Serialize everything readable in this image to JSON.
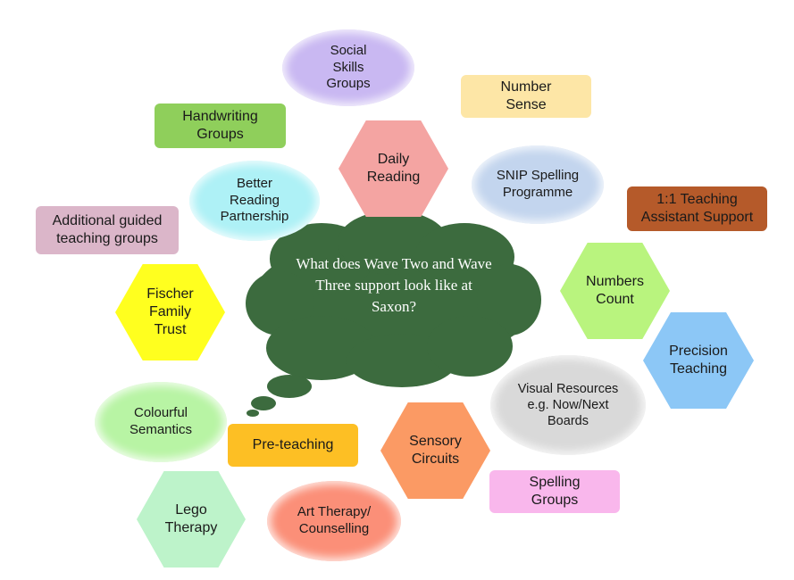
{
  "center": {
    "text": "What does Wave Two and Wave Three support look like at Saxon?",
    "color": "#3c6b3e"
  },
  "items": {
    "social_skills": {
      "text": "Social Skills Groups",
      "color": "#c9b8f2"
    },
    "number_sense": {
      "text": "Number Sense",
      "color": "#fde6a6"
    },
    "handwriting": {
      "text": "Handwriting Groups",
      "color": "#8fcf5b"
    },
    "daily_reading": {
      "text": "Daily Reading",
      "color": "#f4a4a2"
    },
    "snip": {
      "text": "SNIP Spelling Programme",
      "color": "#c3d5ee"
    },
    "better_reading": {
      "text": "Better Reading Partnership",
      "color": "#aef1f6"
    },
    "teaching_assistant": {
      "text": "1:1 Teaching Assistant Support",
      "color": "#b55a2a"
    },
    "additional_guided": {
      "text": "Additional guided teaching groups",
      "color": "#dbb6c9"
    },
    "fischer": {
      "text": "Fischer Family Trust",
      "color": "#ffff1f"
    },
    "numbers_count": {
      "text": "Numbers Count",
      "color": "#b9f47e"
    },
    "precision": {
      "text": "Precision Teaching",
      "color": "#8cc7f6"
    },
    "visual_resources": {
      "text": "Visual Resources e.g. Now/Next Boards",
      "color": "#d9d9d9"
    },
    "colourful": {
      "text": "Colourful Semantics",
      "color": "#b8f4a4"
    },
    "pre_teaching": {
      "text": "Pre-teaching",
      "color": "#fdbf24"
    },
    "sensory": {
      "text": "Sensory Circuits",
      "color": "#fb9a64"
    },
    "spelling_groups": {
      "text": "Spelling Groups",
      "color": "#f9b7ec"
    },
    "lego": {
      "text": "Lego Therapy",
      "color": "#bdf3ca"
    },
    "art_therapy": {
      "text": "Art Therapy/ Counselling",
      "color": "#fb8f78"
    }
  }
}
